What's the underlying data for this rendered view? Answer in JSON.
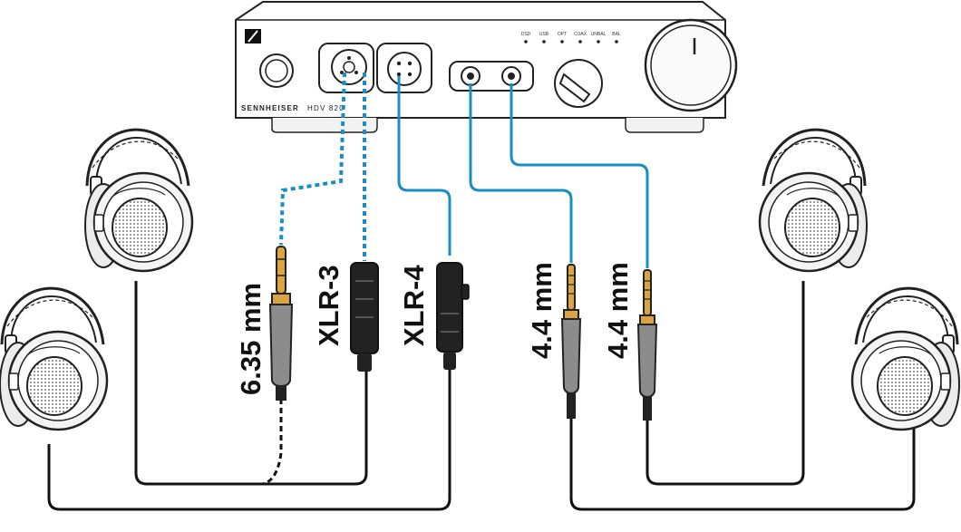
{
  "device": {
    "brand": "SENNHEISER",
    "model": "HDV 820",
    "indicators": [
      "DSD",
      "USB",
      "OPT",
      "COAX",
      "UNBAL",
      "BAL"
    ]
  },
  "connectors": [
    {
      "id": "jack635",
      "label": "6.35 mm",
      "type": "jack"
    },
    {
      "id": "xlr3",
      "label": "XLR-3",
      "type": "xlr"
    },
    {
      "id": "xlr4",
      "label": "XLR-4",
      "type": "xlr"
    },
    {
      "id": "pentaconn1",
      "label": "4.4 mm",
      "type": "jack"
    },
    {
      "id": "pentaconn2",
      "label": "4.4 mm",
      "type": "jack"
    }
  ],
  "colors": {
    "cable": "#1a8ec4",
    "lead": "#111111",
    "gold": "#d9a441",
    "grip": "#8c8c8c"
  }
}
